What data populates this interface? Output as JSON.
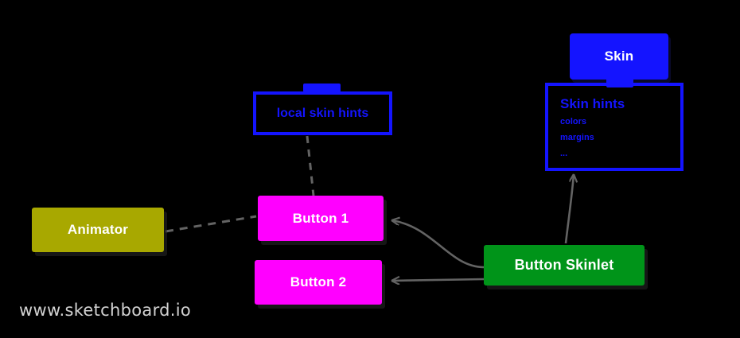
{
  "diagram": {
    "background_color": "#000000",
    "nodes": [
      {
        "id": "skin",
        "label": "Skin",
        "color": "#1414ff",
        "text_color": "#ffffff",
        "style": "filled"
      },
      {
        "id": "skin-hints",
        "label": "Skin hints",
        "color": "#1414ff",
        "text_color": "#1414ff",
        "style": "outlined",
        "items": [
          "colors",
          "margins",
          "..."
        ]
      },
      {
        "id": "local-skin-hints",
        "label": "local skin hints",
        "color": "#1414ff",
        "text_color": "#1414ff",
        "style": "outlined"
      },
      {
        "id": "animator",
        "label": "Animator",
        "color": "#a8a800",
        "text_color": "#ffffff",
        "style": "filled"
      },
      {
        "id": "button-1",
        "label": "Button 1",
        "color": "#ff00ff",
        "text_color": "#ffffff",
        "style": "filled"
      },
      {
        "id": "button-2",
        "label": "Button 2",
        "color": "#ff00ff",
        "text_color": "#ffffff",
        "style": "filled"
      },
      {
        "id": "button-skinlet",
        "label": "Button Skinlet",
        "color": "#009419",
        "text_color": "#ffffff",
        "style": "filled"
      }
    ],
    "edges": [
      {
        "from": "animator",
        "to": "button-1",
        "style": "dashed",
        "arrow": false,
        "color": "#636363"
      },
      {
        "from": "local-skin-hints",
        "to": "button-1",
        "style": "dashed",
        "arrow": false,
        "color": "#636363"
      },
      {
        "from": "button-skinlet",
        "to": "button-1",
        "style": "solid",
        "arrow": true,
        "color": "#636363"
      },
      {
        "from": "button-skinlet",
        "to": "button-2",
        "style": "solid",
        "arrow": true,
        "color": "#636363"
      },
      {
        "from": "button-skinlet",
        "to": "skin-hints",
        "style": "solid",
        "arrow": true,
        "color": "#636363"
      }
    ],
    "watermark": "www.sketchboard.io"
  }
}
